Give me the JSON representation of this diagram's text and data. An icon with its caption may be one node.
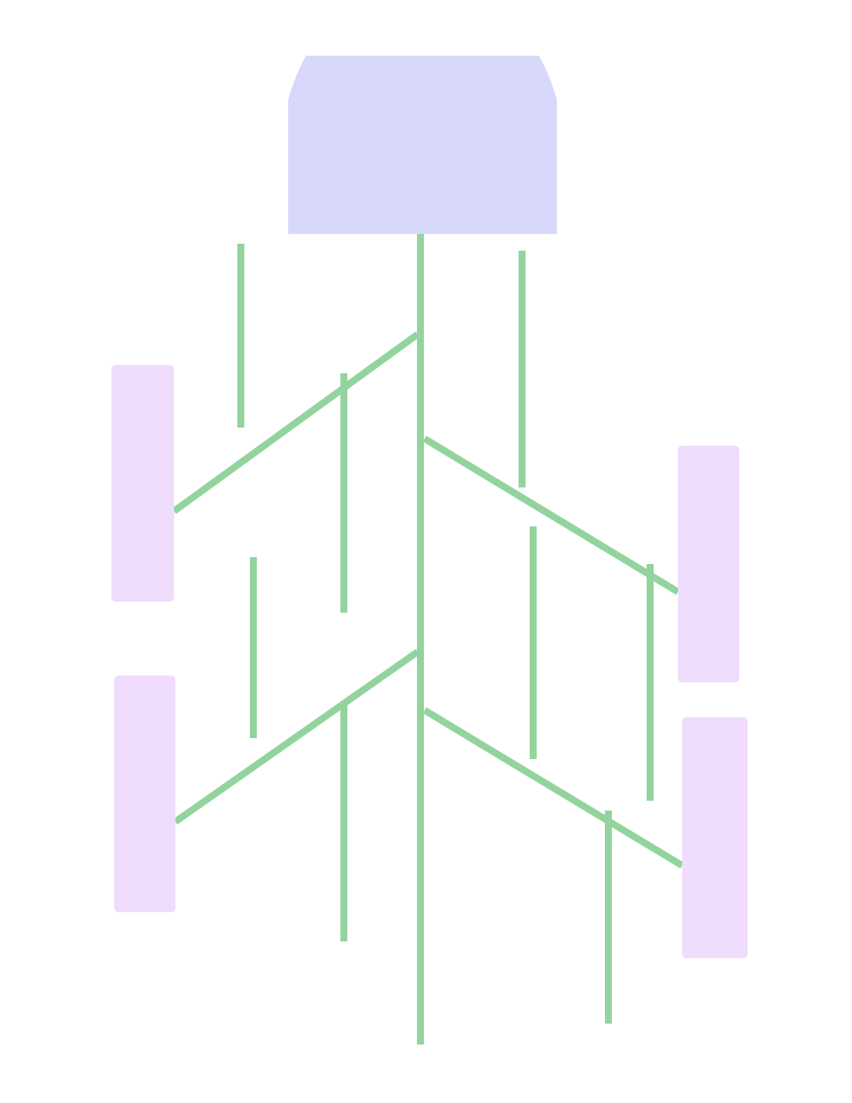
{
  "diagram": {
    "nodes": [
      {
        "text": [],
        "shape": "semicircle"
      },
      {
        "text": [],
        "shape": "box"
      },
      {
        "text": [],
        "shape": "box"
      },
      {
        "text": [],
        "shape": "box"
      },
      {
        "text": [],
        "shape": "box"
      }
    ],
    "edges": [
      {
        "from": null,
        "to": 0,
        "arrow": "none"
      },
      {
        "from": 1,
        "to": null,
        "arrow": "none"
      },
      {
        "from": 2,
        "to": null,
        "arrow": "none"
      },
      {
        "from": 3,
        "to": null,
        "arrow": "none"
      },
      {
        "from": 4,
        "to": null,
        "arrow": "none"
      }
    ]
  }
}
